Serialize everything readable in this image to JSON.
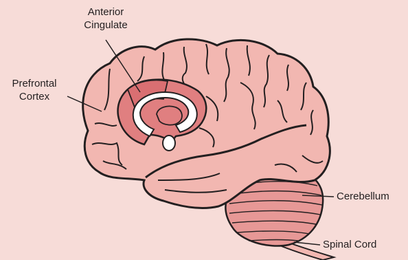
{
  "colors": {
    "background": "#f7dcd8",
    "brain_fill": "#f2b7b1",
    "cingulate_fill": "#e07f80",
    "cingulate_dark": "#d96f72",
    "cerebellum_fill": "#e79896",
    "outline": "#231f20"
  },
  "labels": {
    "anterior_cingulate": {
      "line1": "Anterior",
      "line2": "Cingulate"
    },
    "prefrontal_cortex": {
      "line1": "Prefrontal",
      "line2": "Cortex"
    },
    "cerebellum": "Cerebellum",
    "spinal_cord": "Spinal Cord"
  }
}
